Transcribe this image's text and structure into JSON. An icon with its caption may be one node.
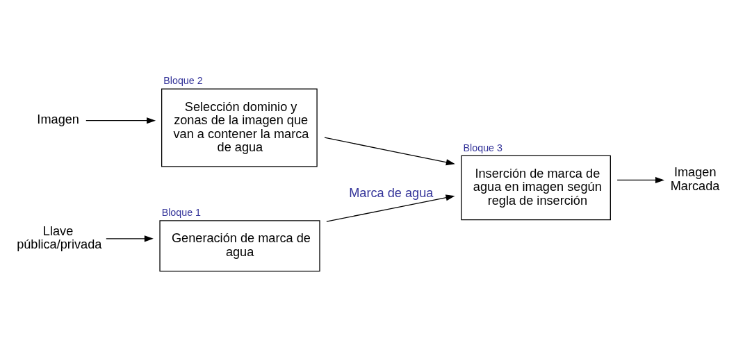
{
  "diagram": {
    "nodes": [
      {
        "text": [
          "Imagen"
        ]
      },
      {
        "text": [
          "Bloque 2",
          "Selección dominio y zonas de la imagen que van a contener la marca de agua"
        ]
      },
      {
        "text": [
          "Bloque 3",
          "Inserción de marca de agua en imagen según regla de inserción"
        ]
      },
      {
        "text": [
          "Imagen Marcada"
        ]
      },
      {
        "text": [
          "Llave pública/privada"
        ]
      },
      {
        "text": [
          "Bloque 1",
          "Generación de marca de agua"
        ]
      }
    ],
    "edges": [
      {
        "from": 0,
        "to": 1,
        "arrow": "to"
      },
      {
        "from": 1,
        "to": 2,
        "arrow": "to"
      },
      {
        "from": 2,
        "to": 3,
        "arrow": "to"
      },
      {
        "from": 4,
        "to": 5,
        "arrow": "to"
      },
      {
        "from": 5,
        "to": 2,
        "arrow": "to",
        "label": "Marca de agua"
      }
    ]
  }
}
